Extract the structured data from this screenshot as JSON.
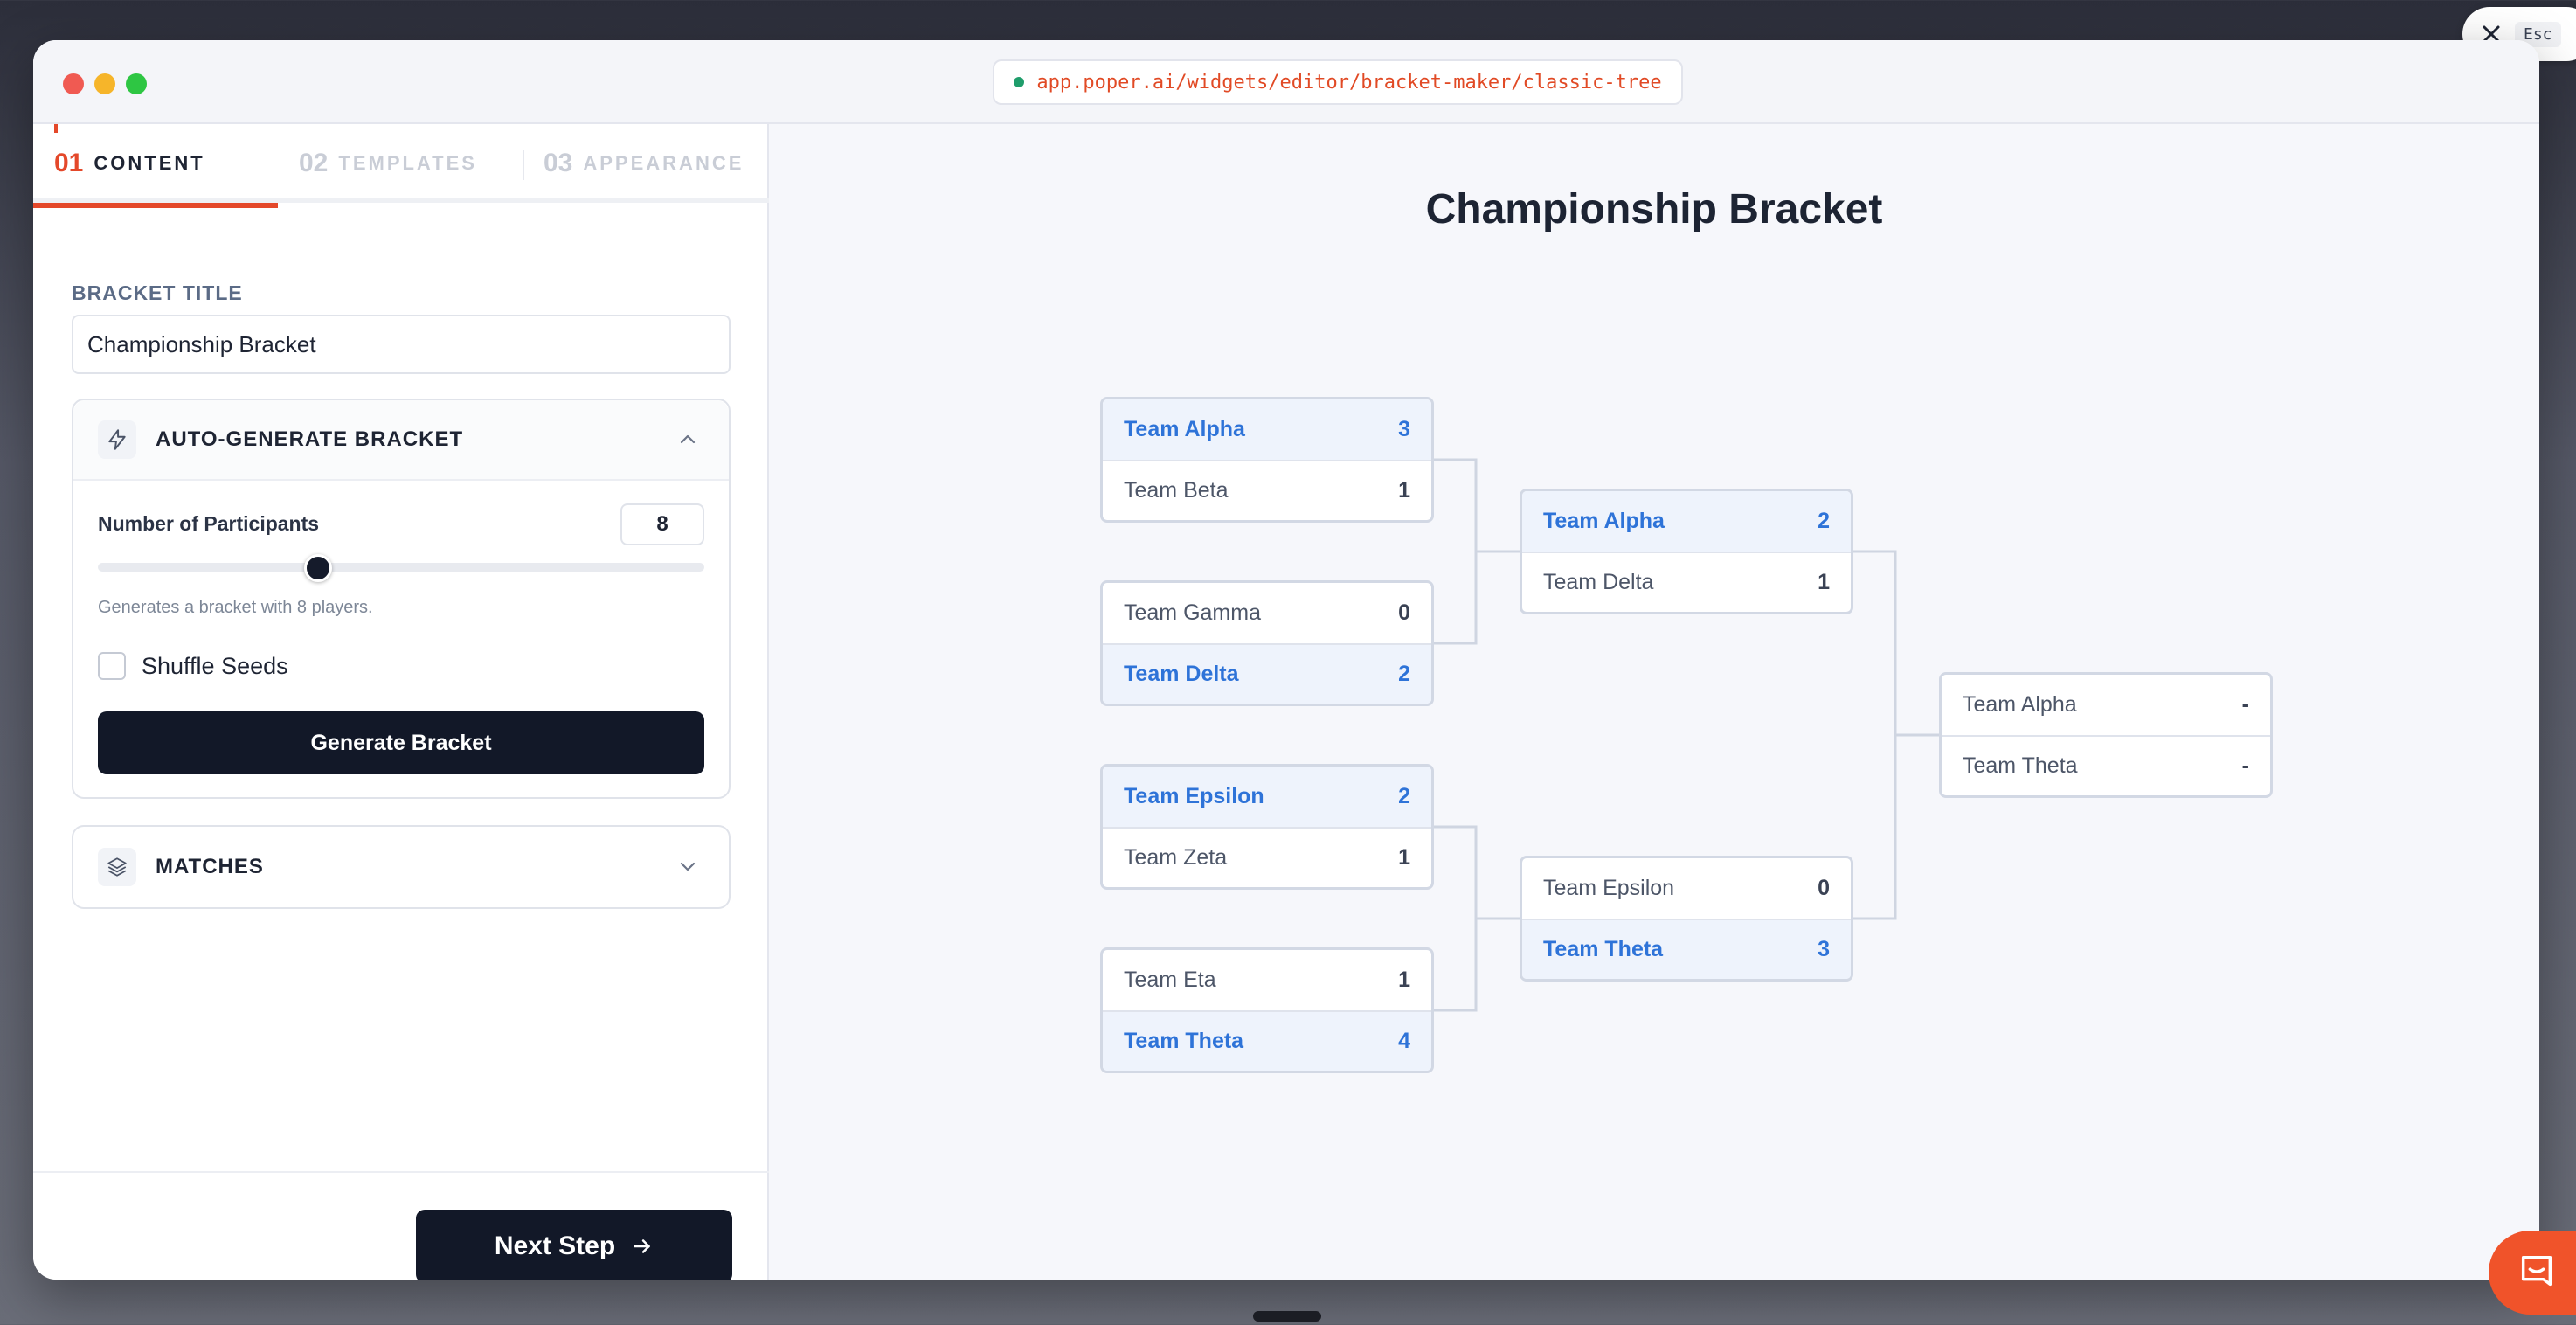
{
  "window": {
    "url": "app.poper.ai/widgets/editor/bracket-maker/classic-tree",
    "esc_label": "Esc"
  },
  "steps": [
    {
      "num": "01",
      "label": "CONTENT",
      "active": true
    },
    {
      "num": "02",
      "label": "TEMPLATES",
      "active": false
    },
    {
      "num": "03",
      "label": "APPEARANCE",
      "active": false
    }
  ],
  "content": {
    "bracket_title_label": "BRACKET TITLE",
    "bracket_title_value": "Championship Bracket",
    "auto_generate": {
      "title": "AUTO-GENERATE BRACKET",
      "participants_label": "Number of Participants",
      "participants_value": "8",
      "slider_level": 0.4,
      "hint": "Generates a bracket with 8 players.",
      "shuffle_label": "Shuffle Seeds",
      "shuffle_checked": false,
      "generate_label": "Generate Bracket"
    },
    "matches_title": "MATCHES",
    "next_label": "Next Step"
  },
  "preview": {
    "title": "Championship Bracket",
    "rounds": [
      [
        {
          "teams": [
            {
              "name": "Team Alpha",
              "score": "3",
              "win": true
            },
            {
              "name": "Team Beta",
              "score": "1",
              "win": false
            }
          ]
        },
        {
          "teams": [
            {
              "name": "Team Gamma",
              "score": "0",
              "win": false
            },
            {
              "name": "Team Delta",
              "score": "2",
              "win": true
            }
          ]
        },
        {
          "teams": [
            {
              "name": "Team Epsilon",
              "score": "2",
              "win": true
            },
            {
              "name": "Team Zeta",
              "score": "1",
              "win": false
            }
          ]
        },
        {
          "teams": [
            {
              "name": "Team Eta",
              "score": "1",
              "win": false
            },
            {
              "name": "Team Theta",
              "score": "4",
              "win": true
            }
          ]
        }
      ],
      [
        {
          "teams": [
            {
              "name": "Team Alpha",
              "score": "2",
              "win": true
            },
            {
              "name": "Team Delta",
              "score": "1",
              "win": false
            }
          ]
        },
        {
          "teams": [
            {
              "name": "Team Epsilon",
              "score": "0",
              "win": false
            },
            {
              "name": "Team Theta",
              "score": "3",
              "win": true
            }
          ]
        }
      ],
      [
        {
          "teams": [
            {
              "name": "Team Alpha",
              "score": "-",
              "win": false
            },
            {
              "name": "Team Theta",
              "score": "-",
              "win": false
            }
          ]
        }
      ]
    ]
  },
  "colors": {
    "accent": "#e4482a",
    "winner": "#2e73d8",
    "primary_button": "#121828"
  },
  "icons": [
    "close-icon",
    "lightning-icon",
    "chevron-up-icon",
    "layers-icon",
    "chevron-down-icon",
    "arrow-right-icon",
    "chat-icon"
  ]
}
